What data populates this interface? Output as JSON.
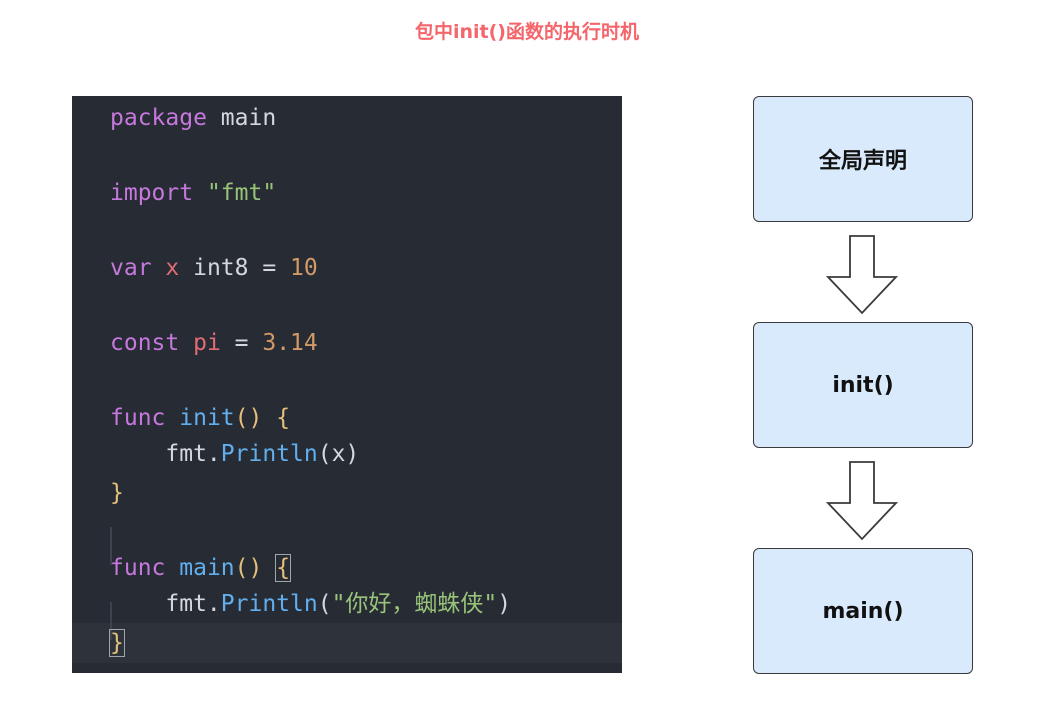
{
  "title": "包中init()函数的执行时机",
  "code": {
    "lines": [
      [
        "package",
        " main"
      ],
      [
        "import",
        " ",
        "\"fmt\""
      ],
      [
        "var",
        " ",
        "x",
        " int8 = ",
        "10"
      ],
      [
        "const",
        " ",
        "pi",
        " = ",
        "3.14"
      ],
      [
        "func",
        " ",
        "init",
        "()",
        " ",
        "{"
      ],
      [
        "    fmt.",
        "Println",
        "(x)"
      ],
      [
        "}"
      ],
      [
        "func",
        " ",
        "main",
        "()",
        " ",
        "{"
      ],
      [
        "    fmt.",
        "Println",
        "(",
        "\"你好，蜘蛛侠\"",
        ")"
      ],
      [
        "}"
      ]
    ]
  },
  "flow": {
    "steps": [
      "全局声明",
      "init()",
      "main()"
    ]
  },
  "colors": {
    "title": "#f4666b",
    "editor_bg": "#272b34",
    "keyword": "#c678dd",
    "function": "#61afef",
    "string": "#98c379",
    "number": "#d19a66",
    "variable": "#e06c75",
    "brace": "#e5c07b",
    "box_fill": "#d9eafc"
  }
}
